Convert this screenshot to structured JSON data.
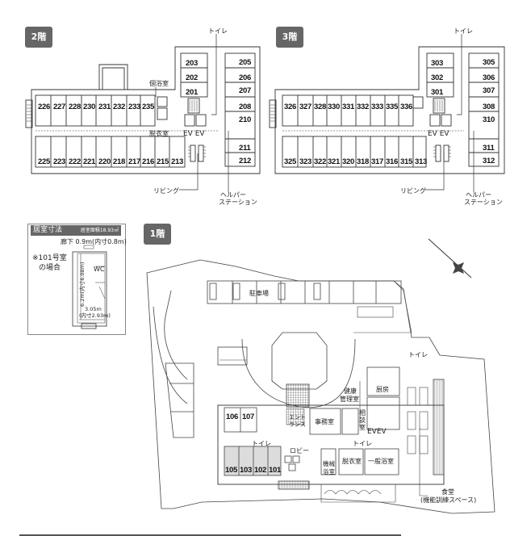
{
  "floors": {
    "f2": {
      "badge": "2階",
      "rooms_top": [
        "226",
        "227",
        "228",
        "230",
        "231",
        "232",
        "233",
        "235"
      ],
      "rooms_bottom": [
        "225",
        "223",
        "222",
        "221",
        "220",
        "218",
        "217",
        "216",
        "215",
        "213"
      ],
      "rooms_wing_left": [
        "203",
        "202",
        "201"
      ],
      "rooms_wing_right": [
        "205",
        "206",
        "207",
        "208",
        "210",
        "211",
        "212"
      ],
      "labels": {
        "toilet": "トイレ",
        "private_bath": "個浴室",
        "dressing_room": "脱衣室",
        "ev": "EV EV",
        "living": "リビング",
        "helper_station_1": "ヘルパー",
        "helper_station_2": "ステーション"
      }
    },
    "f3": {
      "badge": "3階",
      "rooms_top": [
        "326",
        "327",
        "328",
        "330",
        "331",
        "332",
        "333",
        "335",
        "336"
      ],
      "rooms_bottom": [
        "325",
        "323",
        "322",
        "321",
        "320",
        "318",
        "317",
        "316",
        "315",
        "313"
      ],
      "rooms_wing_left": [
        "303",
        "302",
        "301"
      ],
      "rooms_wing_right": [
        "305",
        "306",
        "307",
        "308",
        "310",
        "311",
        "312"
      ],
      "labels": {
        "toilet": "トイレ",
        "ev": "EV EV",
        "living": "リビング",
        "helper_station_1": "ヘルパー",
        "helper_station_2": "ステーション"
      }
    },
    "f1": {
      "badge": "1階",
      "rooms_top": [
        "106",
        "107"
      ],
      "rooms_bottom": [
        "105",
        "103",
        "102",
        "101"
      ],
      "labels": {
        "parking": "駐車場",
        "health_mgmt_1": "健康",
        "health_mgmt_2": "管理室",
        "kitchen": "厨房",
        "toilet_upper": "トイレ",
        "entrance_1": "エント",
        "entrance_2": "ランス",
        "office": "事務室",
        "consult_1": "相",
        "consult_2": "談",
        "consult_3": "室",
        "ev": "EVEV",
        "toilet_left": "トイレ",
        "toilet_right": "トイレ",
        "lobby": "ロビー",
        "machine_bath_1": "機械",
        "machine_bath_2": "浴室",
        "dressing_room": "脱衣室",
        "general_bath": "一般浴室",
        "dining_1": "食堂",
        "dining_2": "(機能訓練スペース)"
      }
    }
  },
  "room_dimensions": {
    "title": "居室寸法",
    "area": "居室面積18.93㎡",
    "corridor": "廊下 0.9m(内寸0.8m)",
    "note_1": "※101号室",
    "note_2": "の場合",
    "length": "6.2m(内寸6.08m)",
    "width_1": "3.05m",
    "width_2": "(内寸2.93m)",
    "wc": "WC"
  },
  "colors": {
    "badge": "#666666",
    "line": "#333333",
    "shade": "#dcdcdc"
  }
}
